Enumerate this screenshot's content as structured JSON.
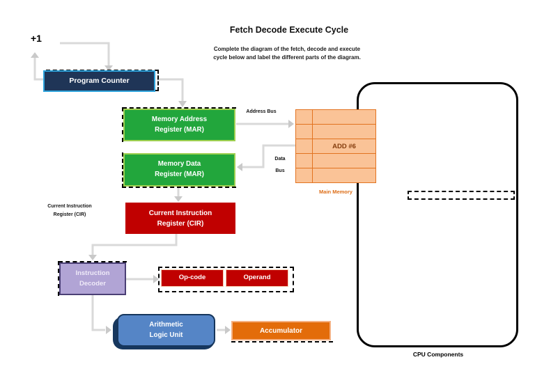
{
  "header": {
    "title": "Fetch Decode Execute Cycle",
    "subtitle_line1": "Complete the diagram of the fetch, decode and execute",
    "subtitle_line2": "cycle below and label the different parts of the diagram."
  },
  "flow": {
    "plus_one": "+1",
    "program_counter": "Program Counter",
    "mar_line1": "Memory Address",
    "mar_line2": "Register (MAR)",
    "mdr_line1": "Memory Data",
    "mdr_line2": "Register (MAR)",
    "cir_line1": "Current Instruction",
    "cir_line2": "Register (CIR)",
    "cir_side_line1": "Current Instruction",
    "cir_side_line2": "Register (CIR)",
    "decoder_line1": "Instruction",
    "decoder_line2": "Decoder",
    "opcode": "Op-code",
    "operand": "Operand",
    "alu_line1": "Arithmetic",
    "alu_line2": "Logic Unit",
    "accumulator": "Accumulator"
  },
  "buses": {
    "address_bus": "Address Bus",
    "data_bus_line1": "Data",
    "data_bus_line2": "Bus"
  },
  "memory": {
    "instruction": "ADD #6",
    "label": "Main Memory",
    "rows": 5
  },
  "cpu": {
    "label": "CPU Components"
  },
  "colors": {
    "program_counter_fill": "#1f3557",
    "program_counter_border": "#2ea3dc",
    "register_green_fill": "#22a63c",
    "register_green_border": "#9fd050",
    "cir_red": "#c00000",
    "decoder_fill": "#b1a4d5",
    "decoder_border": "#4a3f75",
    "alu_fill": "#5585c6",
    "alu_border": "#16365c",
    "accumulator_fill": "#e36c0a",
    "accumulator_border": "#f5b183",
    "memory_fill": "#fac397",
    "memory_border": "#e27320",
    "memory_text": "#843c0c",
    "arrow_gray": "#d9d9d9"
  }
}
